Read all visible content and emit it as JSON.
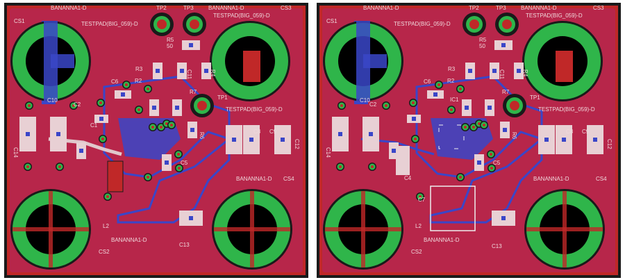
{
  "colors": {
    "board": "#b7264a",
    "copper_top": "#c02828",
    "copper_bottom": "#3a46c8",
    "pad": "#2fb54a",
    "drill": "#000000",
    "silk": "#e8d0d4",
    "outline": "#1a1a1a"
  },
  "panels": [
    {
      "labels": [
        "BANANNA1-D",
        "TP2",
        "TP3",
        "BANANNA1-D",
        "CS3",
        "CS1",
        "TESTPAD(BIG_059)-D",
        "TESTPAD(BIG_059)-D",
        "R5",
        "50",
        "R3",
        "C11",
        "R4",
        "C6",
        "R2",
        "R7",
        "TP1",
        "C10",
        "C2",
        "TESTPAD(BIG_059)-D",
        "R6",
        "C1",
        "C14",
        "C8",
        "C9",
        "C12",
        "C5",
        "BANANNA1-D",
        "CS4",
        "L2",
        "BANANNA1-D",
        "CS2",
        "C13"
      ]
    },
    {
      "labels": [
        "BANANNA1-D",
        "TP2",
        "TP3",
        "BANANNA1-D",
        "CS3",
        "CS1",
        "TESTPAD(BIG_059)-D",
        "TESTPAD(BIG_059)-D",
        "R5",
        "50",
        "R3",
        "C11",
        "R4",
        "C6",
        "R2",
        "R7",
        "TP1",
        "C10",
        "C2",
        "TESTPAD(BIG_059)-D",
        "R6",
        "IC1",
        "C14",
        "C8",
        "C9",
        "C12",
        "C5",
        "BANANNA1-D",
        "CS4",
        "L2",
        "BANANNA1-D",
        "CS2",
        "C13",
        "C4",
        "C7"
      ]
    }
  ]
}
